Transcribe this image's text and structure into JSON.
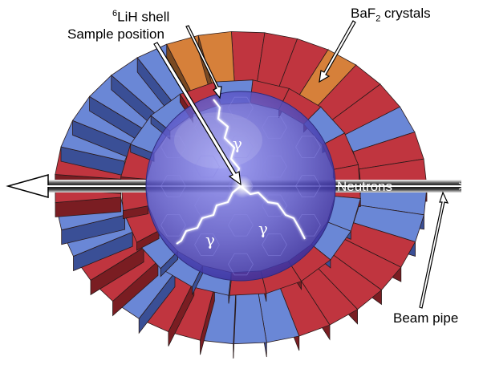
{
  "labels": {
    "shell_sup": "6",
    "shell_text": "LiH shell",
    "sample_position": "Sample position",
    "crystals_prefix": "BaF",
    "crystals_sub": "2",
    "crystals_suffix": " crystals",
    "neutrons": "Neutrons",
    "beam_pipe": "Beam pipe",
    "gamma": "γ"
  },
  "colors": {
    "red": "#c0353f",
    "dark_red": "#7a1d22",
    "blue": "#6a87d6",
    "dark_blue": "#3a4f96",
    "orange": "#d6803a",
    "dark_orange": "#7a4a22",
    "sphere": "#5a55c4"
  },
  "outer_ring": [
    "red",
    "red",
    "red",
    "orange",
    "red",
    "red",
    "blue",
    "red",
    "red",
    "blue",
    "blue",
    "red",
    "red",
    "red",
    "red",
    "red",
    "blue",
    "blue",
    "blue",
    "red",
    "red",
    "blue",
    "red",
    "red",
    "blue",
    "blue",
    "red",
    "red",
    "blue",
    "blue",
    "blue",
    "blue",
    "blue",
    "orange",
    "orange"
  ],
  "inner_ring": [
    "red",
    "red",
    "blue",
    "red",
    "red",
    "blue",
    "blue",
    "red",
    "red",
    "red",
    "blue",
    "blue",
    "blue",
    "red",
    "red",
    "red",
    "blue",
    "blue",
    "red",
    "blue"
  ]
}
